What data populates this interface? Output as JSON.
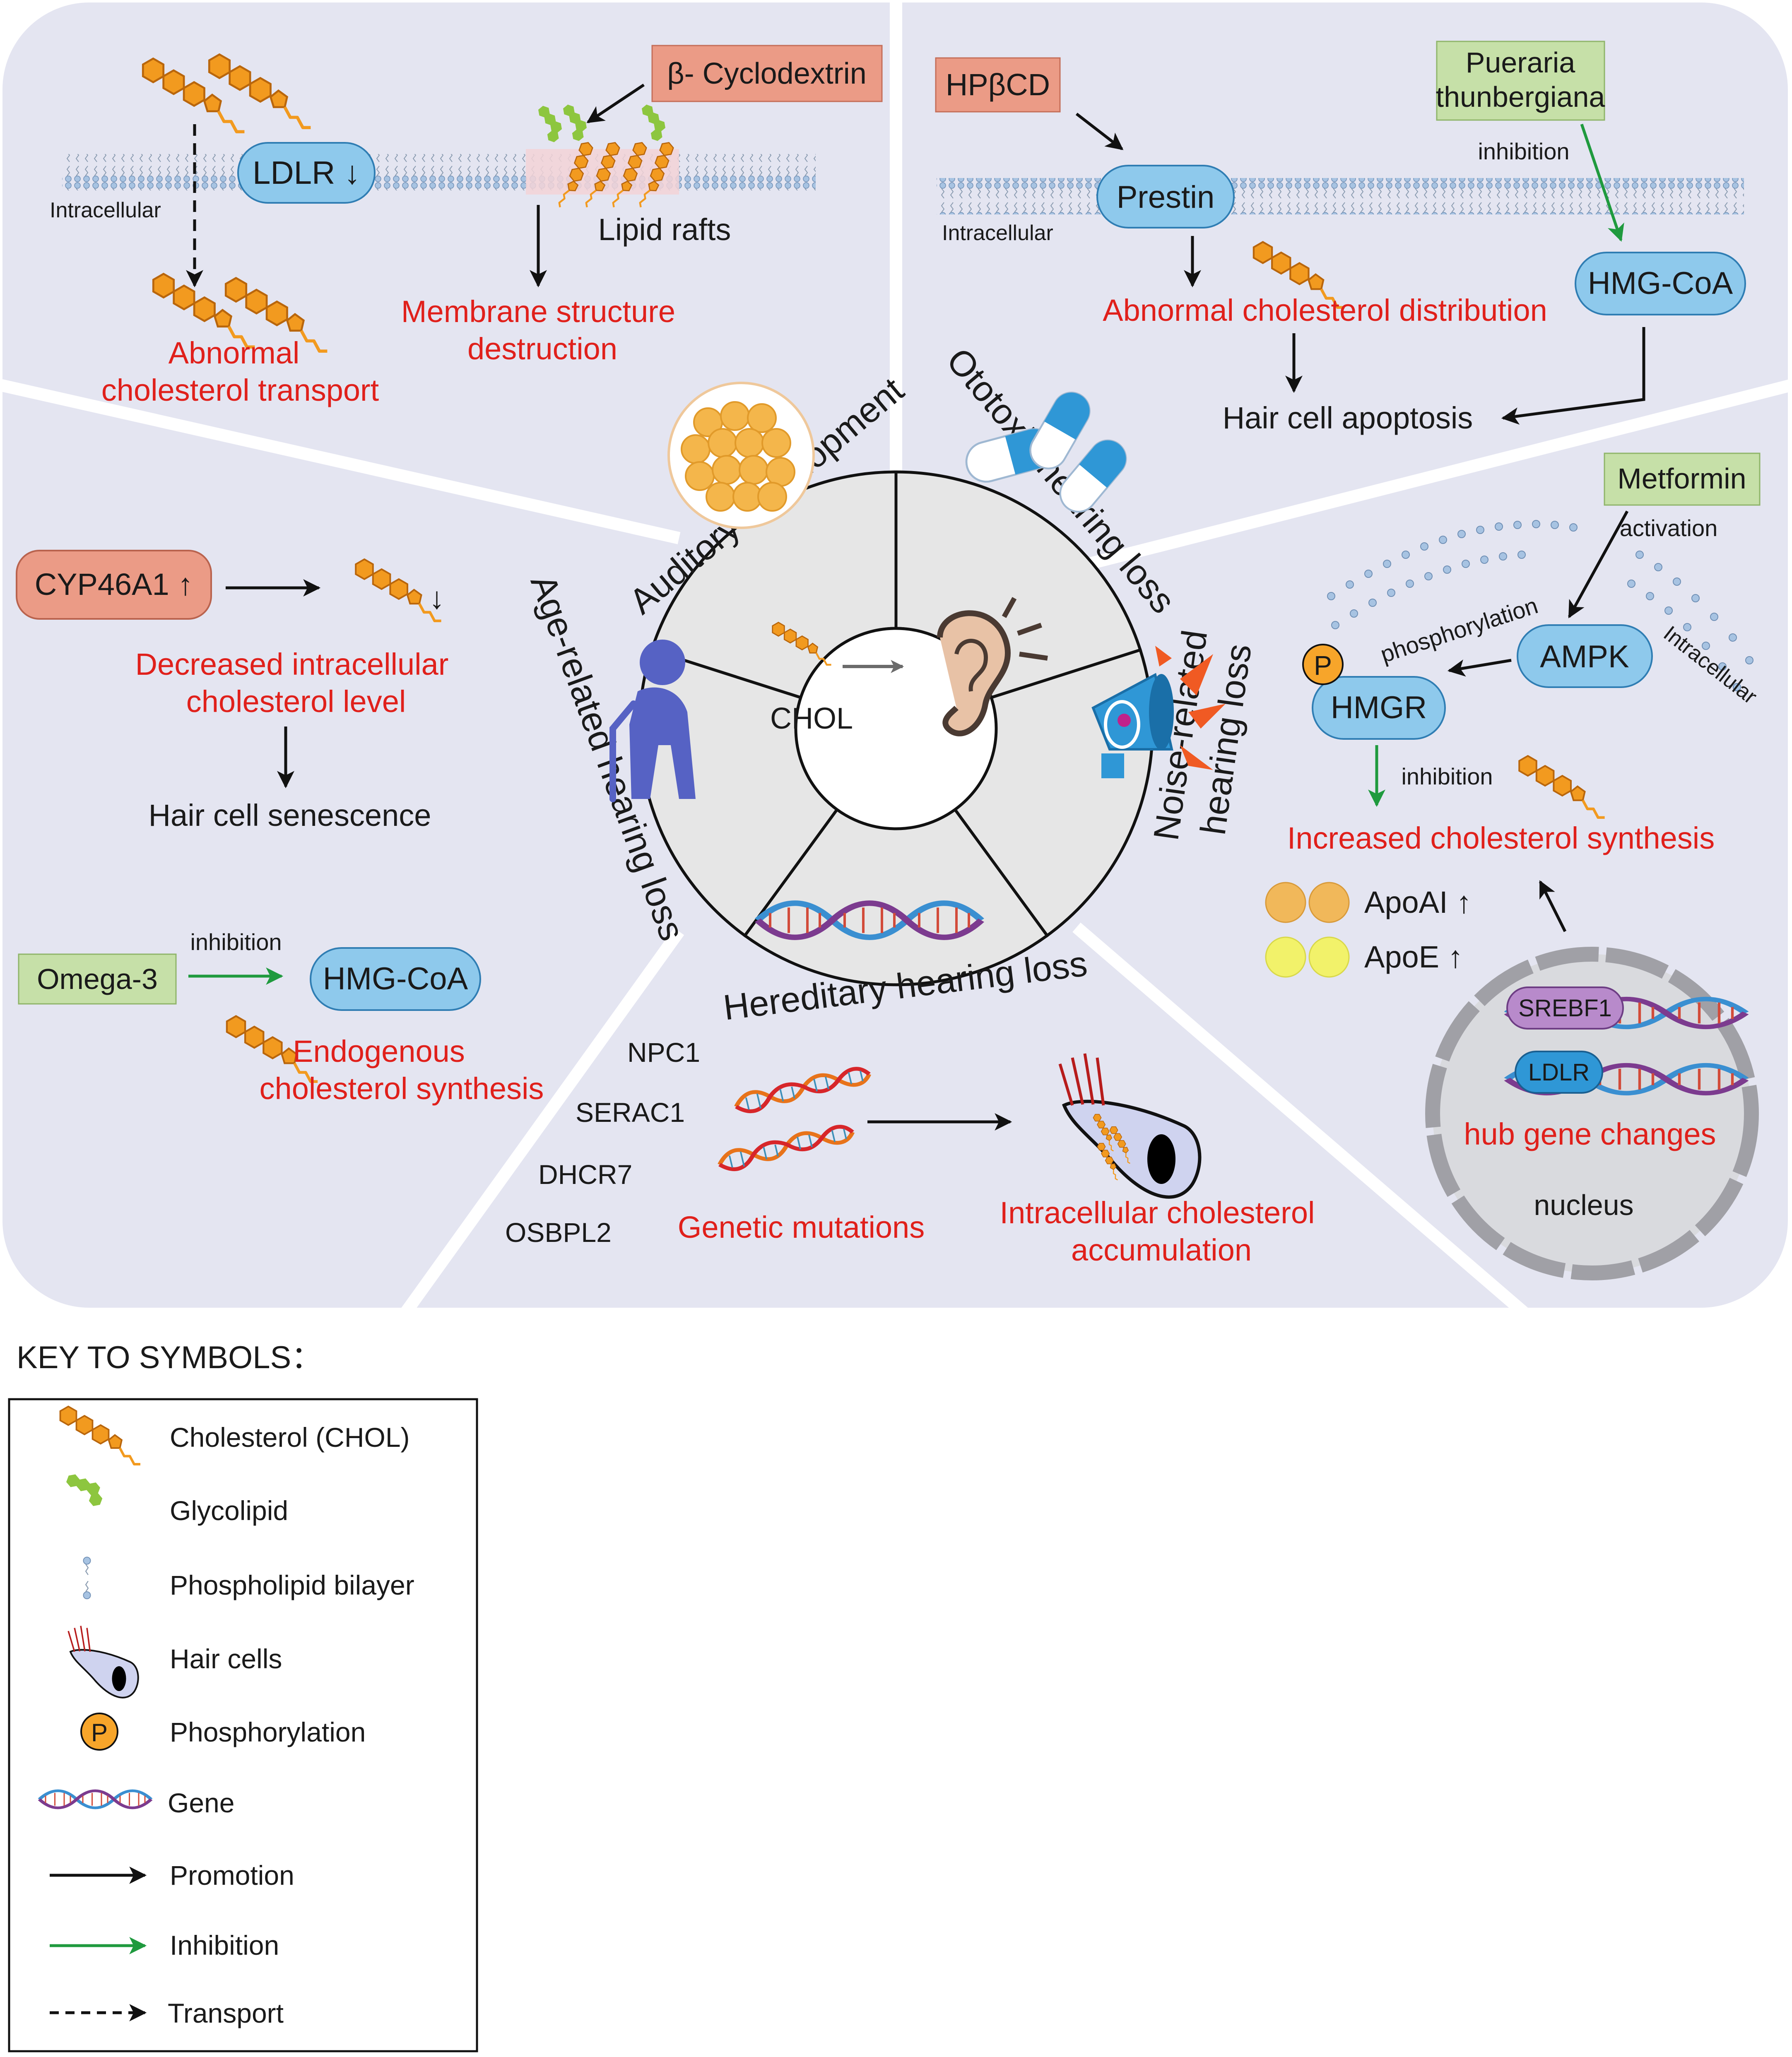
{
  "colors": {
    "panel": "#e4e5f1",
    "center_sector": "#e6e6e6",
    "red_text": "#e0201b",
    "pill_blue": "#8ec9ec",
    "box_salmon": "#eb9b86",
    "box_green": "#c6e0a8",
    "inhibition_green": "#1f9a3e",
    "cholesterol_orange": "#f29a1f",
    "glycolipid_green": "#8dc63f",
    "phosphate_orange": "#f7a52a",
    "hair_cell_fill": "#cfd3ef",
    "nucleus_fill": "#d9dade"
  },
  "icons": [
    "cholesterol-icon",
    "glycolipid-icon",
    "phospholipid-icon",
    "hair-cell-icon",
    "phosphorylation-icon",
    "gene-icon",
    "ear-icon",
    "capsule-icon",
    "megaphone-icon",
    "elderly-person-icon",
    "cell-cluster-icon",
    "dna-helix-icon"
  ],
  "center": {
    "label": "CHOL"
  },
  "sectors": {
    "auditory": "Auditory development",
    "ototoxic": "Ototoxic hearing loss",
    "noise_line1": "Noise-related",
    "noise_line2": "hearing loss",
    "hereditary": "Hereditary hearing loss",
    "age": "Age-related hearing loss"
  },
  "top_left": {
    "ldlr": "LDLR ↓",
    "intracellular": "Intracellular",
    "cyclodextrin": "β- Cyclodextrin",
    "lipid_rafts": "Lipid rafts",
    "membrane_line1": "Membrane structure",
    "membrane_line2": "destruction",
    "transport_line1": "Abnormal",
    "transport_line2": "cholesterol transport"
  },
  "top_right": {
    "hpbcd": "HPβCD",
    "prestin": "Prestin",
    "intracellular": "Intracellular",
    "pueraria_line1": "Pueraria",
    "pueraria_line2": "thunbergiana",
    "inhibition": "inhibition",
    "hmg_coa": "HMG-CoA",
    "abnormal_distribution": "Abnormal cholesterol distribution",
    "apoptosis": "Hair cell apoptosis"
  },
  "left": {
    "cyp46a1": "CYP46A1 ↑",
    "chol_down": "↓",
    "decreased_line1": "Decreased intracellular",
    "decreased_line2": "cholesterol level",
    "senescence": "Hair cell senescence",
    "omega3": "Omega-3",
    "inhibition": "inhibition",
    "hmg_coa": "HMG-CoA",
    "endogenous_line1": "Endogenous",
    "endogenous_line2": "cholesterol synthesis"
  },
  "right": {
    "metformin": "Metformin",
    "activation": "activation",
    "intracellular": "Intracellular",
    "phosphorylation": "phosphorylation",
    "ampk": "AMPK",
    "p": "P",
    "hmgr": "HMGR",
    "inhibition": "inhibition",
    "increased": "Increased cholesterol synthesis",
    "apoai": "ApoAI ↑",
    "apoe": "ApoE ↑",
    "srebf1": "SREBF1",
    "ldlr": "LDLR",
    "hub": "hub gene changes",
    "nucleus": "nucleus"
  },
  "bottom": {
    "genes": [
      "NPC1",
      "SERAC1",
      "DHCR7",
      "OSBPL2"
    ],
    "mutations": "Genetic mutations",
    "accum_line1": "Intracellular cholesterol",
    "accum_line2": "accumulation"
  },
  "key": {
    "title": "KEY TO SYMBOLS：",
    "items": [
      "Cholesterol (CHOL)",
      "Glycolipid",
      "Phospholipid bilayer",
      "Hair cells",
      "Phosphorylation",
      "Gene",
      "Promotion",
      "Inhibition",
      "Transport"
    ]
  }
}
